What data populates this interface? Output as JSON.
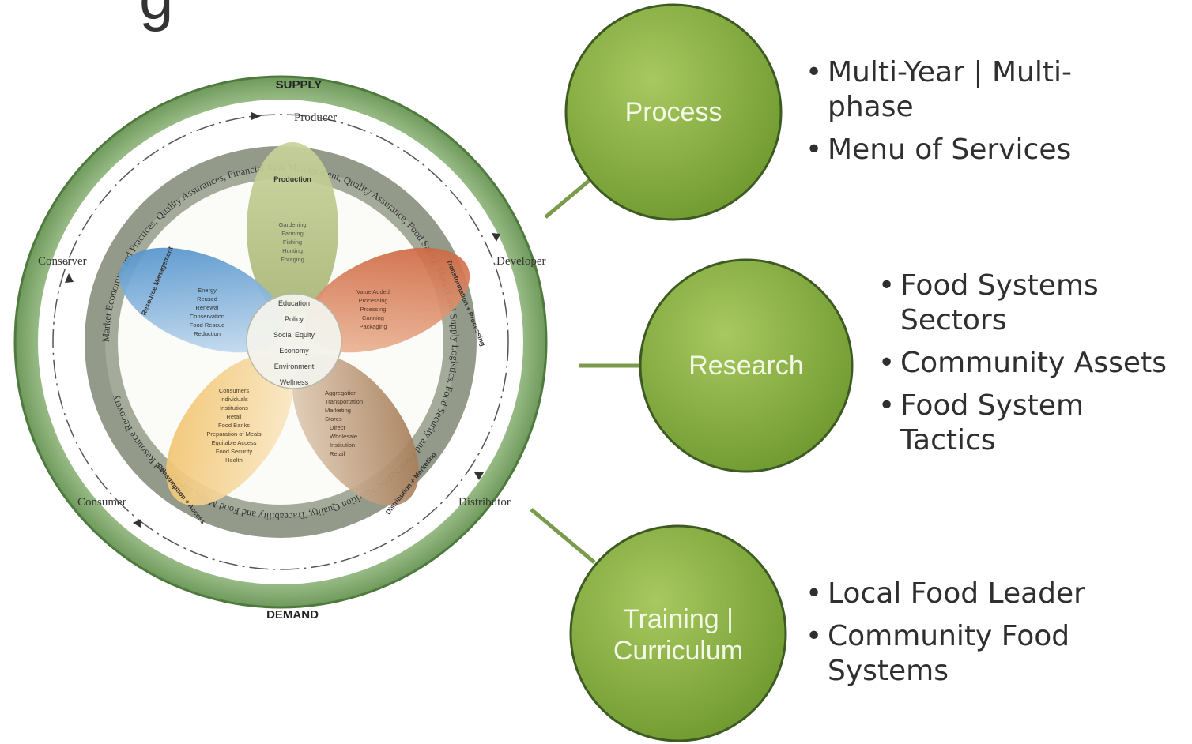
{
  "wheel": {
    "supply": "SUPPLY",
    "demand": "DEMAND",
    "roles": [
      "Producer",
      "Developer",
      "Distributor",
      "Consumer",
      "Conserver"
    ],
    "ring_text": "Market Economies and Practices, Quality Assurances, Financial Risk Management, Quality Assurance, Food Safety, Market and Supply Logistics, Food Security and Food Safety, Nutrition Quality, Traceability and Food Miles, Energy and Resource Recovery",
    "petals": [
      {
        "title": "Production",
        "items": [
          "Gardening",
          "Farming",
          "Fishing",
          "Hunting",
          "Foraging"
        ]
      },
      {
        "title": "Transformation + Processing",
        "items": [
          "Value Added",
          "Processing",
          "Prcessing",
          "Canning",
          "Packaging"
        ]
      },
      {
        "title": "Distribution + Marketing",
        "items": [
          "Aggregation",
          "Transportation",
          "Marketing",
          "Stores",
          "Direct",
          "Wholesale",
          "Institution",
          "Retail"
        ]
      },
      {
        "title": "Consumption + Access",
        "items": [
          "Consumers",
          "Individuals",
          "Institutions",
          "Retail",
          "Food Banks",
          "Preparation of Meals",
          "Equitable Access",
          "Food Security",
          "Health"
        ]
      },
      {
        "title": "Resource Management",
        "items": [
          "Energy",
          "Reused",
          "Renewal",
          "Conservation",
          "Food Rescue",
          "Reduction"
        ]
      }
    ],
    "center": [
      "Education",
      "Policy",
      "Social Equity",
      "Economy",
      "Environment",
      "Wellness"
    ]
  },
  "nodes": [
    {
      "label": "Process",
      "bullets": [
        "Multi-Year | Multi-phase",
        "Menu of Services"
      ]
    },
    {
      "label": "Research",
      "bullets": [
        "Food Systems Sectors",
        "Community Assets",
        "Food System Tactics"
      ]
    },
    {
      "label": "Training | Curriculum",
      "bullets": [
        "Local Food Leader",
        "Community Food Systems"
      ]
    }
  ],
  "colors": {
    "ring_outer": "#8fb57a",
    "ring_inner": "#8f9a84",
    "node_green": "#8ab044",
    "connector": "#78984a",
    "petal_production": "#b7c27e",
    "petal_processing": "#d4744a",
    "petal_distribution": "#c29a70",
    "petal_consumption": "#f0c97a",
    "petal_resource": "#5b96cc"
  }
}
